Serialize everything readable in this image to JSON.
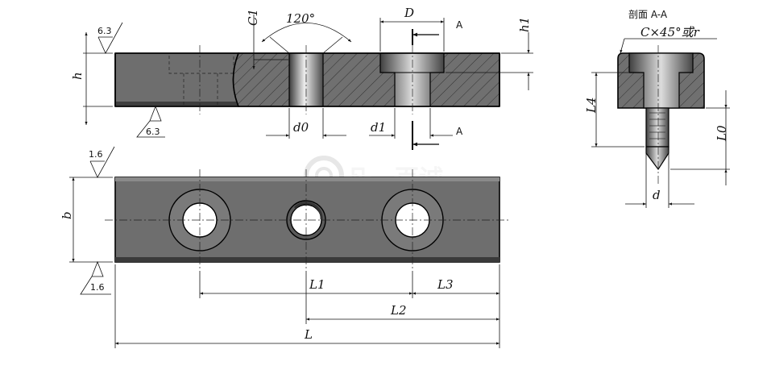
{
  "labels": {
    "h": "h",
    "b": "b",
    "C1": "C1",
    "angle": "120°",
    "D": "D",
    "A_top": "A",
    "A_bottom": "A",
    "h1": "h1",
    "d0": "d0",
    "d1": "d1",
    "L1": "L1",
    "L2": "L2",
    "L3": "L3",
    "L": "L",
    "L4": "L4",
    "L0": "L0",
    "d": "d",
    "section_title": "剖面 A-A",
    "chamfer_note": "C×45°或r"
  },
  "roughness": {
    "top_front": "6.3",
    "bottom_front": "6.3",
    "top_plan": "1.6",
    "bottom_plan": "1.6"
  },
  "colors": {
    "body_fill": "#6e6e6e",
    "body_dark": "#4a4a4a",
    "line": "#000000"
  }
}
